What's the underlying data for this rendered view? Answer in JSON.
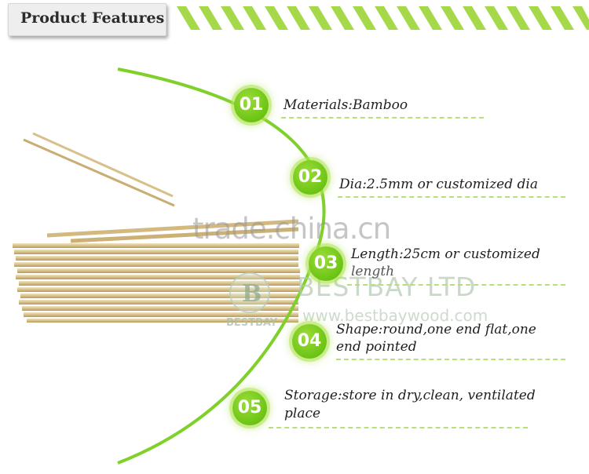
{
  "header": {
    "title": "Product Features"
  },
  "features": [
    {
      "number": "01",
      "text": "Materials:Bamboo"
    },
    {
      "number": "02",
      "text": "Dia:2.5mm or customized dia"
    },
    {
      "number": "03",
      "text": "Length:25cm or customized",
      "text2": "length"
    },
    {
      "number": "04",
      "text": "Shape:round,one end flat,one",
      "text2": "end pointed"
    },
    {
      "number": "05",
      "text": "Storage:store in dry,clean, ventilated",
      "text2": "place"
    }
  ],
  "watermark": {
    "site": "trade.china.cn",
    "company": "BESTBAY LTD",
    "url": "www.bestbaywood.com",
    "logo_text": "BESTBAY"
  },
  "colors": {
    "accent_green": "#6cc414",
    "stripe_green": "#a6d94a",
    "bamboo": "#d8c08a"
  },
  "product_image": "bamboo-skewers"
}
